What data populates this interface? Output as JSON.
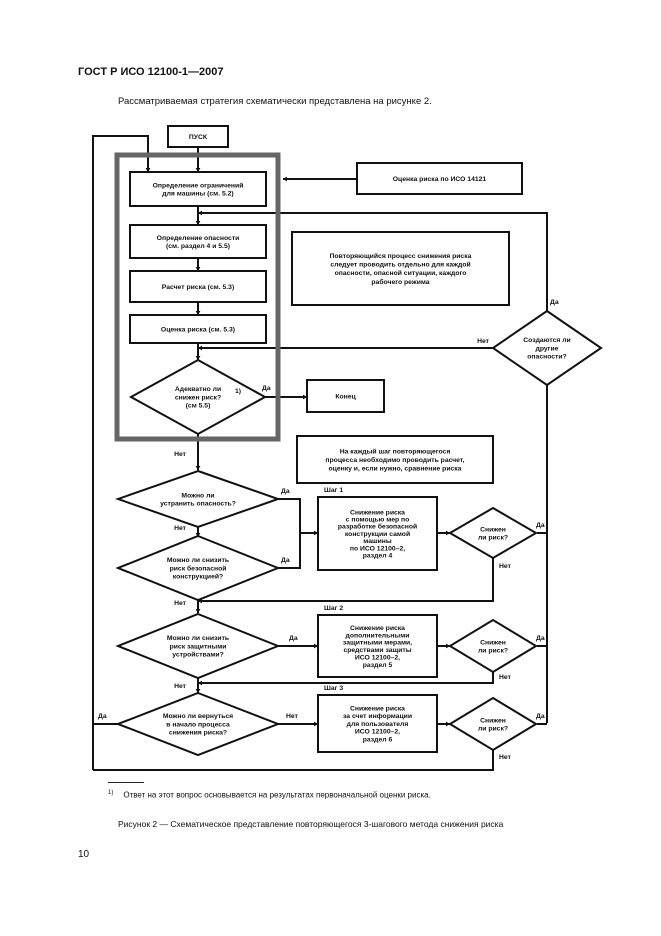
{
  "header": {
    "title": "ГОСТ Р ИСО 12100-1—2007"
  },
  "intro": "Рассматриваемая стратегия схематически представлена на рисунке 2.",
  "diagram": {
    "nodes": {
      "start": {
        "lines": [
          "ПУСК"
        ]
      },
      "limits": {
        "lines": [
          "Определение ограничений",
          "для машины (см. 5.2)"
        ]
      },
      "hazard": {
        "lines": [
          "Определение опасности",
          "(см. раздел 4 и 5.5)"
        ]
      },
      "estimate": {
        "lines": [
          "Расчет риска (см. 5.3)"
        ]
      },
      "evaluate": {
        "lines": [
          "Оценка риска (см. 5.3)"
        ]
      },
      "adequate": {
        "lines": [
          "Адекватно ли",
          "снижен риск?",
          "(см 5.5)"
        ],
        "footnote_mark": "1)"
      },
      "end": {
        "lines": [
          "Конец"
        ]
      },
      "iso14121": {
        "lines": [
          "Оценка риска по ИСО 14121"
        ]
      },
      "note1": {
        "lines": [
          "Повторяющийся процесс снижения риска",
          "следует проводить отдельно для каждой",
          "опасности, опасной ситуации, каждого",
          "рабочего режима"
        ]
      },
      "other_hazards": {
        "lines": [
          "Создаются ли",
          "другие",
          "опасности?"
        ]
      },
      "note2": {
        "lines": [
          "На каждый шаг повторяющегося",
          "процесса необходимо проводить расчет,",
          "оценку и, если нужно, сравнение риска"
        ]
      },
      "eliminate": {
        "lines": [
          "Можно ли",
          "устранить опасность?"
        ]
      },
      "safe_design_q": {
        "lines": [
          "Можно ли снизить",
          "риск безопасной",
          "конструкцией?"
        ]
      },
      "step1": {
        "label": "Шаг 1",
        "lines": [
          "Снижение риска",
          "с помощью мер по",
          "разработке безопасной",
          "конструкции самой",
          "машины",
          "по ИСО 12100–2,",
          "раздел 4"
        ]
      },
      "reduced1": {
        "lines": [
          "Снижен",
          "ли риск?"
        ]
      },
      "guards_q": {
        "lines": [
          "Можно ли снизить",
          "риск защитными",
          "устройствами?"
        ]
      },
      "step2": {
        "label": "Шаг 2",
        "lines": [
          "Снижение риска",
          "дополнительными",
          "защитными мерами,",
          "средствами защиты",
          "ИСО 12100–2,",
          "раздел 5"
        ]
      },
      "reduced2": {
        "lines": [
          "Снижен",
          "ли риск?"
        ]
      },
      "restart_q": {
        "lines": [
          "Можно ли вернуться",
          "в начало процесса",
          "снижения риска?"
        ]
      },
      "step3": {
        "label": "Шаг 3",
        "lines": [
          "Снижение риска",
          "за счет информации",
          "для пользователя",
          "ИСО 12100–2,",
          "раздел 6"
        ]
      },
      "reduced3": {
        "lines": [
          "Снижен",
          "ли риск?"
        ]
      }
    },
    "labels": {
      "yes": "Да",
      "no": "Нет"
    },
    "frame_color": "#666666"
  },
  "footnote": {
    "mark": "1)",
    "text": "Ответ на этот вопрос основывается на результатах первоначальной оценки риска."
  },
  "caption": "Рисунок 2 — Схематическое представление повторяющегося 3-шагового метода снижения риска",
  "page_number": "10"
}
